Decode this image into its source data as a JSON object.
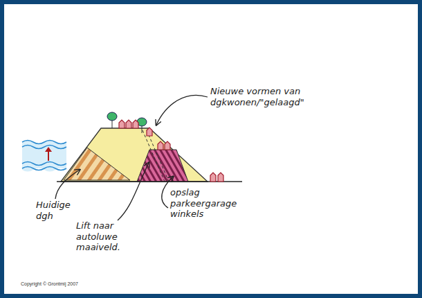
{
  "diagram": {
    "labels": [
      "Nieuwe vormen van dgkwonen/\"gelaagd\"",
      "Huidige dgh",
      "Lift naar autoluwe maaiveld.",
      "opslag parkeergarage winkels",
      "Copyright © Grontmij 2007"
    ]
  }
}
